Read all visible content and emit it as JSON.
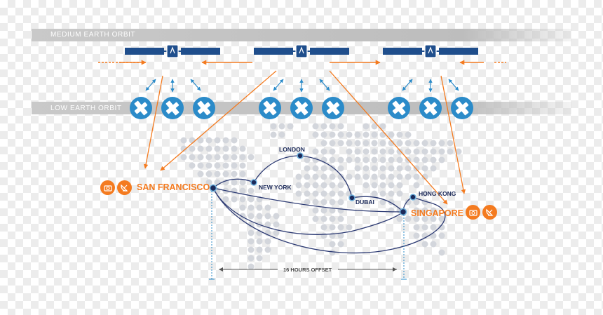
{
  "orbits": {
    "meo_label": "MEDIUM EARTH ORBIT",
    "leo_label": "LOW EARTH ORBIT"
  },
  "cities": {
    "origin": "SAN FRANCISCO",
    "destination": "SINGAPORE"
  },
  "hubs": [
    "NEW YORK",
    "LONDON",
    "DUBAI",
    "HONG KONG"
  ],
  "offset_label": "16 HOURS OFFSET",
  "colors": {
    "accent_orange": "#f47b20",
    "satellite_blue": "#1f4e8c",
    "leo_blue": "#2b8bc9",
    "route_navy": "#2c3a73"
  },
  "icons": {
    "meo": "satellite-icon",
    "leo": "satellite-icon",
    "ground": [
      "camera-icon",
      "dish-icon"
    ]
  }
}
